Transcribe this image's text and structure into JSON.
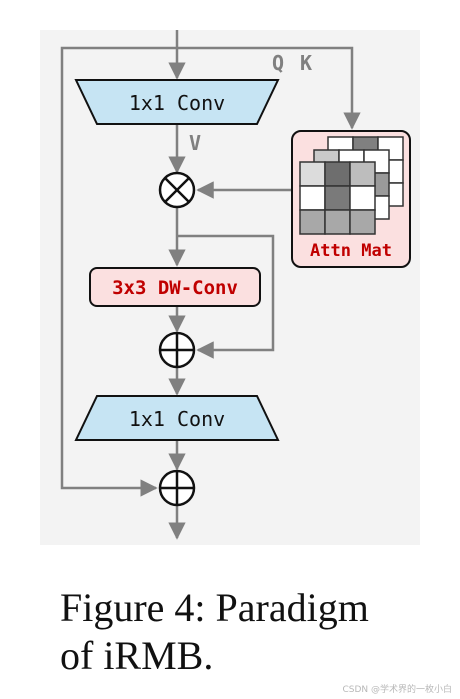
{
  "diagram": {
    "top_conv_label": "1x1 Conv",
    "bottom_conv_label": "1x1 Conv",
    "dwconv_label": "3x3 DW-Conv",
    "attn_label": "Attn Mat",
    "q_label": "Q",
    "k_label": "K",
    "v_label": "V"
  },
  "caption": {
    "line1": "Figure 4: Paradigm",
    "line2": "of iRMB."
  },
  "watermark": "CSDN @学术界的一枚小白",
  "colors": {
    "panel_bg": "#f3f3f3",
    "conv_fill": "#c6e4f3",
    "dw_fill": "#fbe0e0",
    "accent_red": "#c00000",
    "line": "#808080"
  }
}
